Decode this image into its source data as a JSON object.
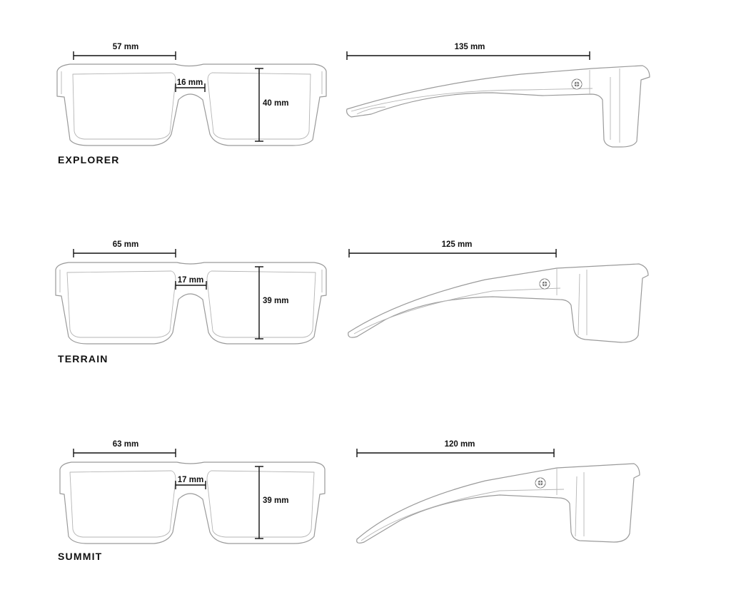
{
  "models": [
    {
      "name": "EXPLORER",
      "lens_width": "57 mm",
      "bridge": "16 mm",
      "lens_height": "40 mm",
      "temple_length": "135 mm",
      "logo_icon": "brand-logo-icon"
    },
    {
      "name": "TERRAIN",
      "lens_width": "65 mm",
      "bridge": "17 mm",
      "lens_height": "39 mm",
      "temple_length": "125 mm",
      "logo_icon": "brand-logo-icon"
    },
    {
      "name": "SUMMIT",
      "lens_width": "63 mm",
      "bridge": "17 mm",
      "lens_height": "39 mm",
      "temple_length": "120 mm",
      "logo_icon": "brand-logo-icon"
    }
  ],
  "colors": {
    "frame_stroke": "#9a9a9a",
    "dimension": "#111111",
    "background": "#ffffff"
  }
}
